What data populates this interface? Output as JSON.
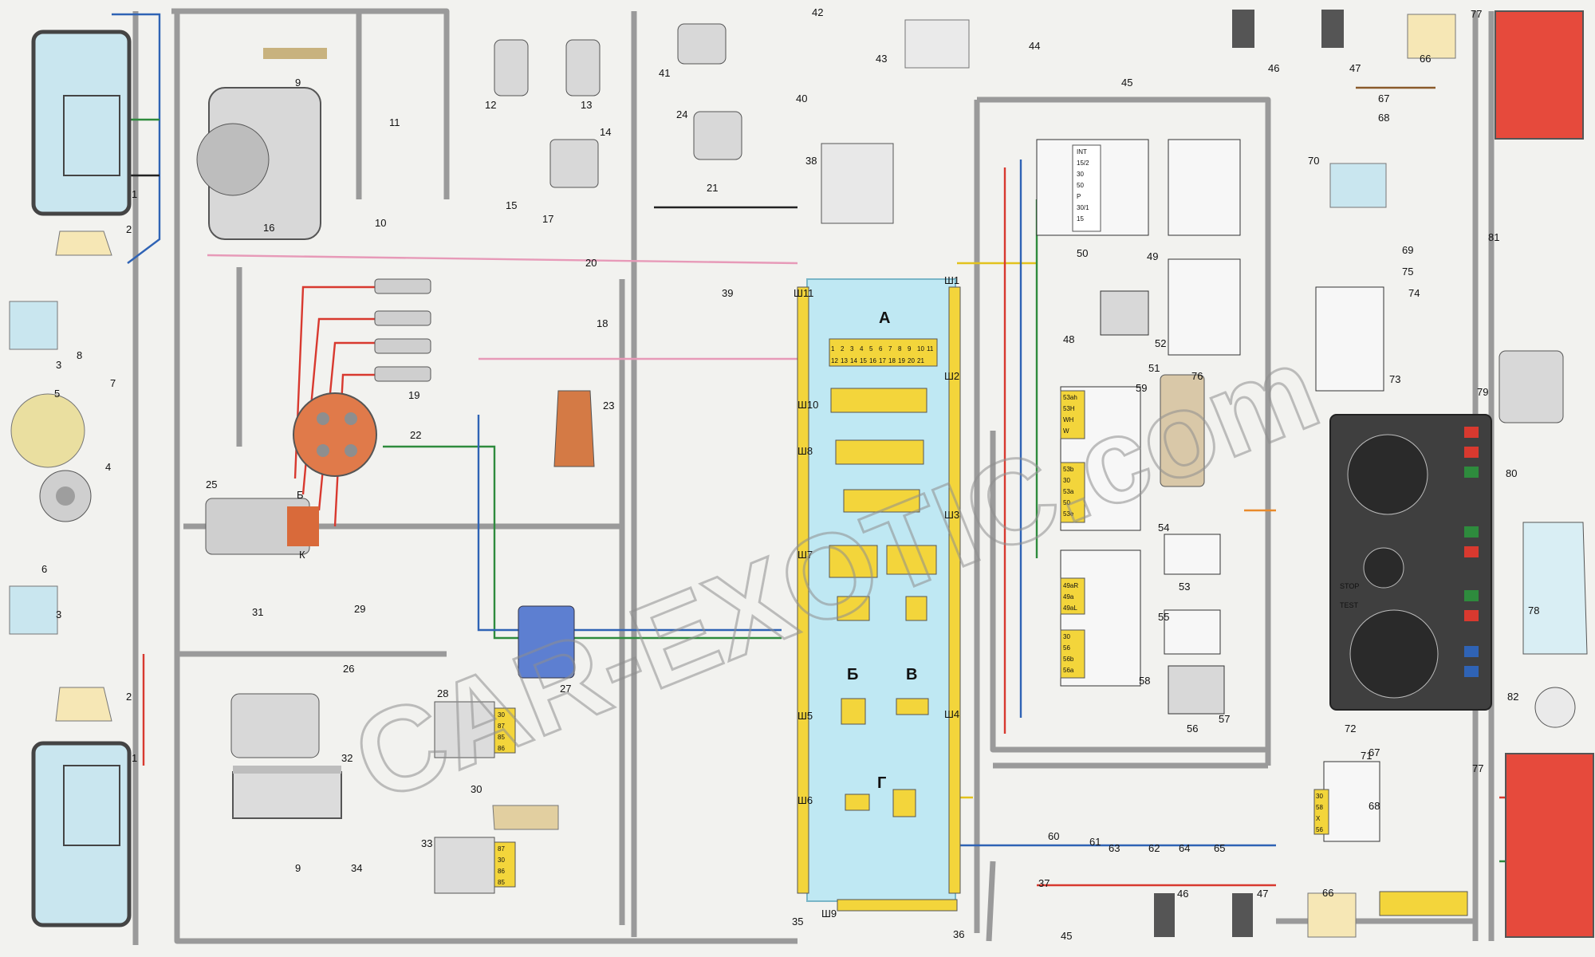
{
  "watermark": "CAR-EXOTIC.com",
  "colors": {
    "background": "#f2f2ef",
    "harness": "#9a9a9a",
    "connector": "#f3d53b",
    "fuse_block": "#bfe8f3",
    "wire_red": "#d8392f",
    "wire_blue": "#2f63b5",
    "wire_green": "#2e8b3d",
    "wire_yellow": "#e2c21d",
    "wire_black": "#222222",
    "wire_pink": "#e79ab8",
    "wire_orange": "#e98a2b",
    "wire_brown": "#8a5a2b",
    "taillight_red": "#e64a3c",
    "lamp_body": "#f6e7b5",
    "ignition_coil": "#d96a3a",
    "electronic_module": "#5d7fd1"
  },
  "mounting_block": {
    "label_number": "35",
    "fuse_group_letters": [
      "А",
      "Б",
      "В",
      "Г"
    ],
    "connector_ids": [
      "Ш1",
      "Ш2",
      "Ш3",
      "Ш4",
      "Ш5",
      "Ш6",
      "Ш7",
      "Ш8",
      "Ш9",
      "Ш10",
      "Ш11"
    ],
    "top_row_pins": [
      "1",
      "2",
      "3",
      "4",
      "5",
      "6",
      "7",
      "8",
      "9",
      "10",
      "11",
      "12",
      "13",
      "14",
      "15",
      "16",
      "17",
      "18",
      "19",
      "20",
      "21"
    ]
  },
  "coil_terminals": [
    "Б",
    "К"
  ],
  "relay_terminals": [
    "30",
    "87",
    "85",
    "86"
  ],
  "switch_terminals": [
    "INT",
    "15/2",
    "30",
    "50",
    "P",
    "30/1",
    "15",
    "53ah",
    "53H",
    "WH",
    "W",
    "53b",
    "53a",
    "53e",
    "49aR",
    "49a",
    "49aL",
    "56",
    "56b",
    "56a",
    "58",
    "X"
  ],
  "cluster_labels": [
    "STOP",
    "TEST"
  ],
  "components": [
    {
      "n": "1"
    },
    {
      "n": "2"
    },
    {
      "n": "3"
    },
    {
      "n": "4"
    },
    {
      "n": "5"
    },
    {
      "n": "6"
    },
    {
      "n": "7"
    },
    {
      "n": "8"
    },
    {
      "n": "9"
    },
    {
      "n": "10"
    },
    {
      "n": "11"
    },
    {
      "n": "12"
    },
    {
      "n": "13"
    },
    {
      "n": "14"
    },
    {
      "n": "15"
    },
    {
      "n": "16"
    },
    {
      "n": "17"
    },
    {
      "n": "18"
    },
    {
      "n": "19"
    },
    {
      "n": "20"
    },
    {
      "n": "21"
    },
    {
      "n": "22"
    },
    {
      "n": "23"
    },
    {
      "n": "24"
    },
    {
      "n": "25"
    },
    {
      "n": "26"
    },
    {
      "n": "27"
    },
    {
      "n": "28"
    },
    {
      "n": "29"
    },
    {
      "n": "30"
    },
    {
      "n": "31"
    },
    {
      "n": "32"
    },
    {
      "n": "33"
    },
    {
      "n": "34"
    },
    {
      "n": "35"
    },
    {
      "n": "36"
    },
    {
      "n": "37"
    },
    {
      "n": "38"
    },
    {
      "n": "39"
    },
    {
      "n": "40"
    },
    {
      "n": "41"
    },
    {
      "n": "42"
    },
    {
      "n": "43"
    },
    {
      "n": "44"
    },
    {
      "n": "45"
    },
    {
      "n": "46"
    },
    {
      "n": "47"
    },
    {
      "n": "48"
    },
    {
      "n": "49"
    },
    {
      "n": "50"
    },
    {
      "n": "51"
    },
    {
      "n": "52"
    },
    {
      "n": "53"
    },
    {
      "n": "54"
    },
    {
      "n": "55"
    },
    {
      "n": "56"
    },
    {
      "n": "57"
    },
    {
      "n": "58"
    },
    {
      "n": "59"
    },
    {
      "n": "60"
    },
    {
      "n": "61"
    },
    {
      "n": "62"
    },
    {
      "n": "63"
    },
    {
      "n": "64"
    },
    {
      "n": "65"
    },
    {
      "n": "66"
    },
    {
      "n": "67"
    },
    {
      "n": "68"
    },
    {
      "n": "69"
    },
    {
      "n": "70"
    },
    {
      "n": "71"
    },
    {
      "n": "72"
    },
    {
      "n": "73"
    },
    {
      "n": "74"
    },
    {
      "n": "75"
    },
    {
      "n": "76"
    },
    {
      "n": "77"
    },
    {
      "n": "78"
    },
    {
      "n": "79"
    },
    {
      "n": "80"
    },
    {
      "n": "81"
    },
    {
      "n": "82"
    }
  ]
}
